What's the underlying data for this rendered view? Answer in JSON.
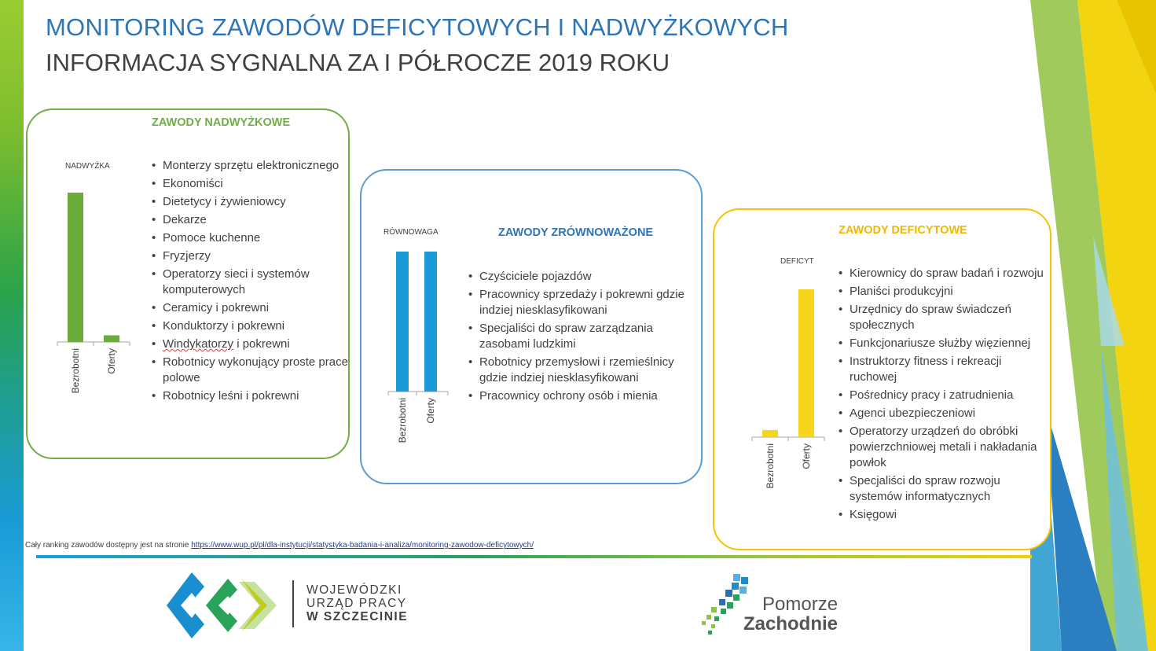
{
  "header": {
    "title": "MONITORING ZAWODÓW DEFICYTOWYCH I NADWYŻKOWYCH",
    "subtitle": "INFORMACJA SYGNALNA ZA I PÓŁROCZE 2019 ROKU"
  },
  "panels": {
    "surplus": {
      "title": "ZAWODY NADWYŻKOWE",
      "items": [
        "Monterzy sprzętu elektronicznego",
        "Ekonomiści",
        "Dietetycy i żywieniowcy",
        "Dekarze",
        "Pomoce kuchenne",
        "Fryzjerzy",
        "Operatorzy sieci i systemów komputerowych",
        "Ceramicy i pokrewni",
        "Konduktorzy i pokrewni",
        "Windykatorzy",
        "i pokrewni",
        "Robotnicy wykonujący proste prace polowe",
        "Robotnicy leśni i pokrewni"
      ]
    },
    "balanced": {
      "title": "ZAWODY ZRÓWNOWAŻONE",
      "items": [
        "Czyściciele pojazdów",
        "Pracownicy sprzedaży i pokrewni gdzie indziej niesklasyfikowani",
        "Specjaliści do spraw zarządzania zasobami ludzkimi",
        "Robotnicy przemysłowi i rzemieślnicy gdzie indziej niesklasyfikowani",
        "Pracownicy ochrony osób i mienia"
      ]
    },
    "deficit": {
      "title": "ZAWODY DEFICYTOWE",
      "items": [
        "Kierownicy do spraw badań i rozwoju",
        "Planiści produkcyjni",
        "Urzędnicy do spraw świadczeń społecznych",
        "Funkcjonariusze służby więziennej",
        "Instruktorzy fitness i rekreacji ruchowej",
        "Pośrednicy pracy i zatrudnienia",
        "Agenci ubezpieczeniowi",
        "Operatorzy urządzeń do obróbki powierzchniowej metali i nakładania powłok",
        "Specjaliści do spraw rozwoju systemów informatycznych",
        "Księgowi"
      ]
    }
  },
  "chart_data": [
    {
      "type": "bar",
      "title": "NADWYŻKA",
      "categories": [
        "Bezrobotni",
        "Oferty"
      ],
      "values": [
        100,
        4.5
      ],
      "color": "#6aab3a",
      "ylim": [
        0,
        100
      ],
      "grid": false
    },
    {
      "type": "bar",
      "title": "RÓWNOWAGA",
      "categories": [
        "Bezrobotni",
        "Oferty"
      ],
      "values": [
        100,
        100
      ],
      "color": "#1a9ad9",
      "ylim": [
        0,
        100
      ],
      "grid": false
    },
    {
      "type": "bar",
      "title": "DEFICYT",
      "categories": [
        "Bezrobotni",
        "Oferty"
      ],
      "values": [
        4.8,
        100
      ],
      "color": "#f7d51d",
      "ylim": [
        0,
        100
      ],
      "grid": false
    }
  ],
  "footer": {
    "note_prefix": "Cały ranking zawodów dostępny jest na stronie ",
    "link_text": "https://www.wup.pl/pl/dla-instytucji/statystyka-badania-i-analiza/monitoring-zawodow-deficytowych/",
    "wup_line1": "WOJEWÓDZKI",
    "wup_line2": "URZĄD PRACY",
    "wup_line3": "W  SZCZECINIE",
    "pz_line1": "Pomorze",
    "pz_line2": "Zachodnie"
  },
  "colors": {
    "green": "#70ad47",
    "blue": "#2e75b6",
    "yellow": "#f4c400"
  }
}
